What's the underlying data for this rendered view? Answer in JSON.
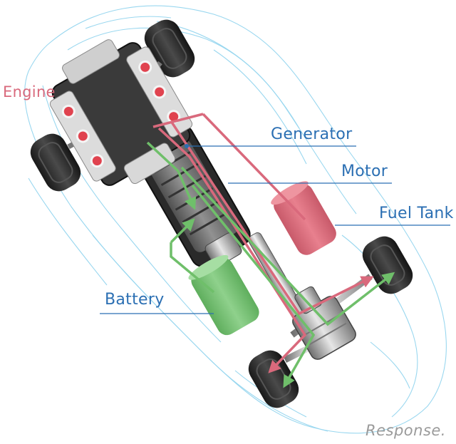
{
  "labels": {
    "engine": "Engine",
    "generator": "Generator",
    "motor": "Motor",
    "fuel_tank": "Fuel Tank",
    "battery": "Battery"
  },
  "watermark": "Response.",
  "colors": {
    "engine_label": "#d9697c",
    "component_label": "#2b6fb3",
    "car_outline": "#8fd3ee",
    "fuel_flow": "#d9697c",
    "electric_flow": "#6fbf6a",
    "fuel_tank": "#df6f7f",
    "battery": "#7cc57a",
    "leader_line": "#2b6fb3",
    "watermark": "#9a9a9a"
  }
}
